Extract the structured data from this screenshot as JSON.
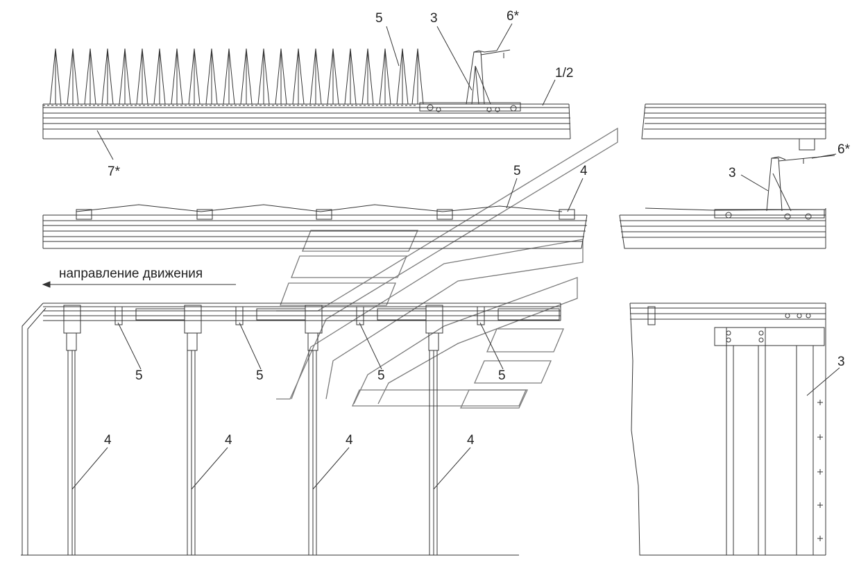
{
  "direction_text": "направление движения",
  "callouts": {
    "top_5": "5",
    "top_3": "3",
    "top_6": "6*",
    "top_12": "1/2",
    "top_7": "7*",
    "mid_5": "5",
    "mid_4": "4",
    "right_6": "6*",
    "right_3": "3",
    "bottom_5a": "5",
    "bottom_5b": "5",
    "bottom_5c": "5",
    "bottom_5d": "5",
    "bottom_4a": "4",
    "bottom_4b": "4",
    "bottom_4c": "4",
    "bottom_4d": "4",
    "bottom_right_3": "3"
  },
  "colors": {
    "line": "#333333",
    "watermark": "#7a7a7a"
  }
}
